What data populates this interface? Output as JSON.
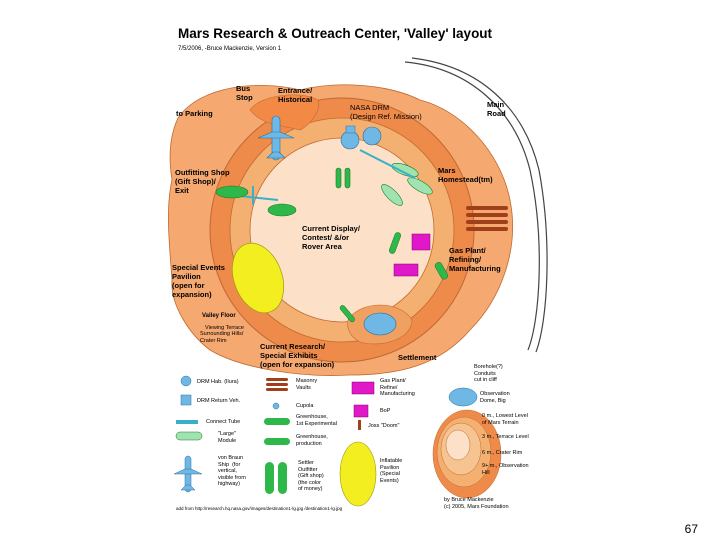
{
  "page": {
    "title": "Mars Research & Outreach Center, 'Valley' layout",
    "subtitle": "7/5/2006,  -Bruce Mackenzie, Version 1",
    "page_number": "67",
    "source_note": "add from http://research.hq.nasa.gov/images/destination1-lg.jpg  /destination1-lg.jpg"
  },
  "map_labels": {
    "bus_stop": "Bus\nStop",
    "entrance": "Entrance/\nHistorical",
    "to_parking": "to Parking",
    "nasa_drm": "NASA DRM\n(Design Ref. Mission)",
    "main_road": "Main\nRoad",
    "outfitting_shop": "Outfitting Shop\n(Gift Shop)/\nExit",
    "mars_homestead": "Mars\nHomestead(tm)",
    "current_display": "Current Display/\nContest/ &/or\nRover Area",
    "gas_plant": "Gas Plant/\nRefining/\nManufacturing",
    "special_events": "Special Events\nPavilion\n(open for\nexpansion)",
    "valley_floor": "Valley Floor",
    "viewing_terrace": "Viewing Terrace",
    "surrounding_hills": "Surrounding Hills/\nCrater Rim",
    "current_research": "Current Research/\nSpecial Exhibits\n(open for expansion)",
    "settlement": "Settlement"
  },
  "legend": {
    "drm_hab": "DRM Hab. (Ilura)",
    "drm_return": "DRM Return Veh.",
    "connect_tube": "Connect Tube",
    "large_module": "\"Large\"\nModule",
    "von_braun": "von Braun\nShip  (for\nvertical,\nvisible from\nhighway)",
    "masonry_vaults": "Masonry\nVaults",
    "cupola": "Cupola",
    "greenhouse_exp": "Greenhouse,\n1st Experimental",
    "greenhouse_prod": "Greenhouse,\nproduction",
    "settler_outfitter": "Settler\nOutfitter\n(Gift shop)\n(the color\nof money)",
    "gas_plant_leg": "Gas Plant/\nRefine/\nManufacturing",
    "bop": "BoP",
    "joss_doom": "Joss \"Doom\"",
    "inflatable_pavilion": "Inflatable\nPavilion\n(Special\nEvents)",
    "boreholes": "Borehole(?)\nConduits\ncut in cliff",
    "observation_dome": "Observation\nDome, Big",
    "level_0": "0 m., Lowest Level\nof Mars Terrain",
    "level_3": "3 m., Terrace Level",
    "level_6": "6 m., Crater Rim",
    "level_9": "9+ m., Observation\nHill",
    "credit": "by Bruce Mackenzie\n(c) 2005, Mars Foundation"
  },
  "colors": {
    "outer_terrain": "#f5a870",
    "rim": "#ee8a4a",
    "ring": "#f4b070",
    "floor": "#fde0c8",
    "green": "#2eb84a",
    "blue": "#6fb8e6",
    "yellow": "#f2ee20",
    "magenta": "#e018c8",
    "brown": "#a0401a"
  }
}
